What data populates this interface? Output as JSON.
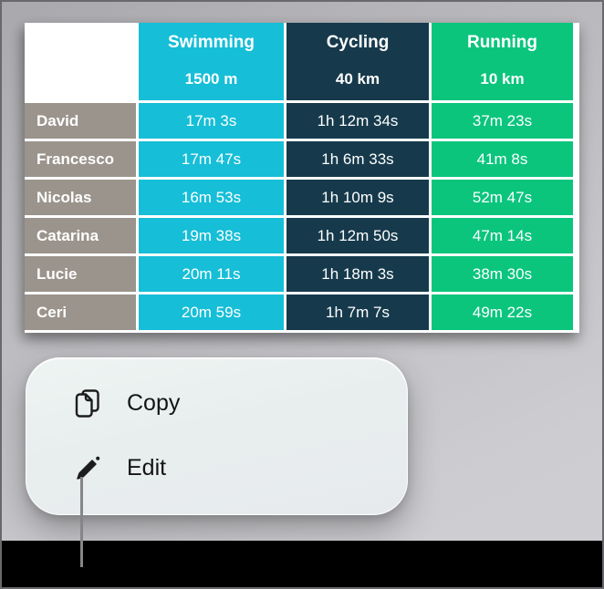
{
  "table": {
    "row_header_color": "#9B948C",
    "columns": [
      {
        "label": "Swimming",
        "distance": "1500 m",
        "color": "#16BED7"
      },
      {
        "label": "Cycling",
        "distance": "40 km",
        "color": "#163A4C"
      },
      {
        "label": "Running",
        "distance": "10 km",
        "color": "#0BC57D"
      }
    ],
    "rows": [
      {
        "name": "David",
        "times": [
          "17m 3s",
          "1h 12m 34s",
          "37m 23s"
        ]
      },
      {
        "name": "Francesco",
        "times": [
          "17m 47s",
          "1h 6m 33s",
          "41m 8s"
        ]
      },
      {
        "name": "Nicolas",
        "times": [
          "16m 53s",
          "1h 10m 9s",
          "52m 47s"
        ]
      },
      {
        "name": "Catarina",
        "times": [
          "19m 38s",
          "1h 12m 50s",
          "47m 14s"
        ]
      },
      {
        "name": "Lucie",
        "times": [
          "20m 11s",
          "1h 18m 3s",
          "38m 30s"
        ]
      },
      {
        "name": "Ceri",
        "times": [
          "20m 59s",
          "1h 7m 7s",
          "49m 22s"
        ]
      }
    ]
  },
  "context_menu": {
    "items": [
      {
        "label": "Copy",
        "icon": "copy-icon"
      },
      {
        "label": "Edit",
        "icon": "pencil-icon"
      }
    ]
  }
}
